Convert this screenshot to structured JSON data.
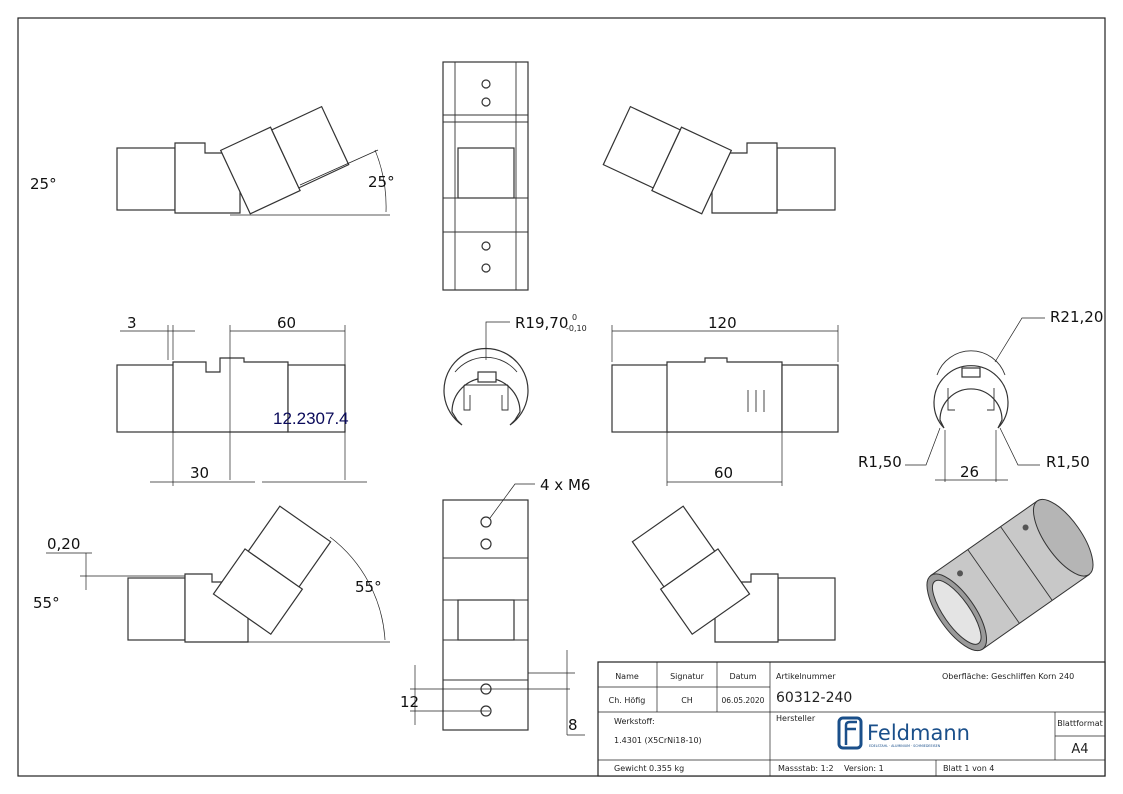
{
  "drawing": {
    "left_angle_label": "25°",
    "top_left_angle": "25°",
    "dim_3": "3",
    "dim_60_left": "60",
    "dim_overlay": "12.2307.4",
    "dim_30": "30",
    "radius_inner": "R19,70",
    "tol_upper": "0",
    "tol_lower": "-0,10",
    "dim_120": "120",
    "dim_60_right": "60",
    "radius_outer": "R21,20",
    "radius_small_left": "R1,50",
    "radius_small_right": "R1,50",
    "dim_26": "26",
    "holes": "4 x M6",
    "dim_020": "0,20",
    "bottom_left_angle_label": "55°",
    "bottom_angle": "55°",
    "dim_12": "12",
    "dim_8": "8"
  },
  "title_block": {
    "name_header": "Name",
    "signatur_header": "Signatur",
    "datum_header": "Datum",
    "name": "Ch. Höfig",
    "signatur": "CH",
    "datum": "06.05.2020",
    "artikel_label": "Artikelnummer",
    "artikel": "60312-240",
    "oberflaeche": "Oberfläche:  Geschliffen Korn 240",
    "werkstoff_label": "Werkstoff:",
    "werkstoff": "1.4301 (X5CrNi18-10)",
    "hersteller_label": "Hersteller",
    "logo_text": "Feldmann",
    "logo_tagline": "EDELSTAHL · ALUMINIUM · SCHMIEDEEISEN",
    "blattformat_label": "Blattformat",
    "blattformat": "A4",
    "gewicht": "Gewicht 0.355 kg",
    "massstab": "Massstab: 1:2",
    "version": "Version: 1",
    "blatt": "Blatt 1 von 4"
  },
  "colors": {
    "logo": "#1a4f8a",
    "line": "#333333"
  }
}
